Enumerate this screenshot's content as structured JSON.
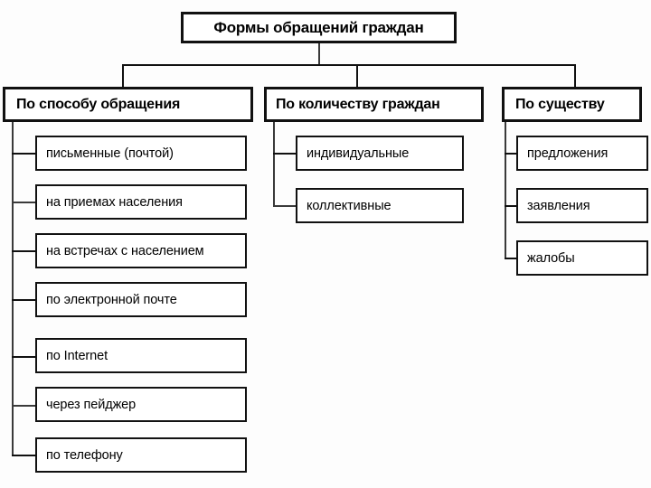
{
  "diagram": {
    "title_box": {
      "text": "Формы обращений граждан"
    },
    "branches": [
      {
        "id": "by-method",
        "header": "По способу обращения",
        "items": [
          "письменные (почтой)",
          "на приемах населения",
          "на встречах с населением",
          "по электронной почте",
          "по Internet",
          "через пейджер",
          "по телефону"
        ]
      },
      {
        "id": "by-count",
        "header": "По количеству граждан",
        "items": [
          "индивидуальные",
          "коллективные"
        ]
      },
      {
        "id": "by-substance",
        "header": "По существу",
        "items": [
          "предложения",
          "заявления",
          "жалобы"
        ]
      }
    ],
    "colors": {
      "line": "#111111",
      "box_fill": "#ffffff",
      "text": "#000000",
      "background": "#fdfdfd"
    }
  }
}
